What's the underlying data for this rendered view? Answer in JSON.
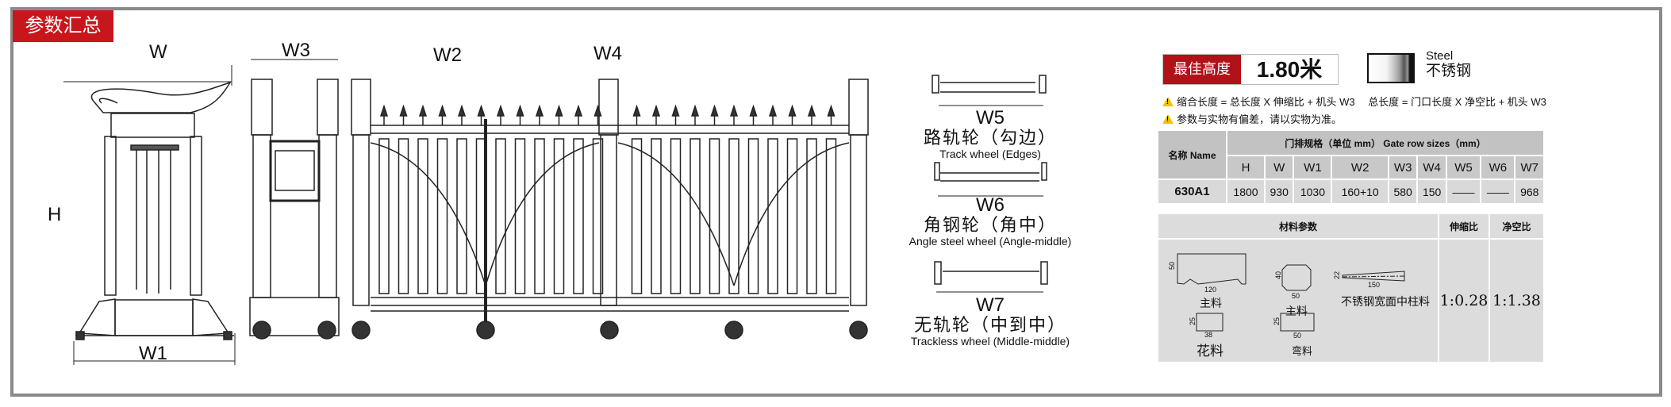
{
  "section_title": "参数汇总",
  "drawing_labels": {
    "W": "W",
    "H": "H",
    "W1": "W1",
    "W2": "W2",
    "W3": "W3",
    "W4": "W4"
  },
  "wheels": [
    {
      "dim": "W5",
      "cn": "路轨轮（勾边）",
      "en": "Track wheel (Edges)"
    },
    {
      "dim": "W6",
      "cn": "角钢轮（角中）",
      "en": "Angle steel wheel (Angle-middle)"
    },
    {
      "dim": "W7",
      "cn": "无轨轮（中到中）",
      "en": "Trackless wheel (Middle-middle)"
    }
  ],
  "height": {
    "label": "最佳高度",
    "value": "1.80米"
  },
  "material": {
    "en": "Steel",
    "cn": "不锈钢"
  },
  "notes": [
    "缩合长度 = 总长度 X 伸缩比 + 机头 W3　 总长度 = 门口长度 X 净空比 + 机头 W3",
    "参数与实物有偏差，请以实物为准。"
  ],
  "size_table": {
    "name_header": "名称 Name",
    "group_header": "门排规格（单位 mm） Gate row sizes（mm）",
    "columns": [
      "H",
      "W",
      "W1",
      "W2",
      "W3",
      "W4",
      "W5",
      "W6",
      "W7"
    ],
    "rows": [
      {
        "name": "630A1",
        "values": [
          "1800",
          "930",
          "1030",
          "160+10",
          "580",
          "150",
          "——",
          "——",
          "968"
        ]
      }
    ]
  },
  "material_table": {
    "headers": [
      "材料参数",
      "伸缩比",
      "净空比"
    ],
    "parts": [
      {
        "label": "主料",
        "dims": [
          "50",
          "120"
        ]
      },
      {
        "label": "主料",
        "dims": [
          "40",
          "50"
        ]
      },
      {
        "label": "不锈钢宽面中柱料",
        "dims": [
          "22",
          "150"
        ]
      },
      {
        "label": "花料",
        "dims": [
          "25",
          "38"
        ]
      },
      {
        "label": "弯料",
        "dims": [
          "25",
          "50"
        ]
      }
    ],
    "expansion_ratio": "1:0.28",
    "clearance_ratio": "1:1.38"
  },
  "colors": {
    "accent_red": "#c8161d",
    "frame_gray": "#8a8a8a",
    "table_gray": "#d9d9d9",
    "warning_yellow": "#f2c200"
  }
}
